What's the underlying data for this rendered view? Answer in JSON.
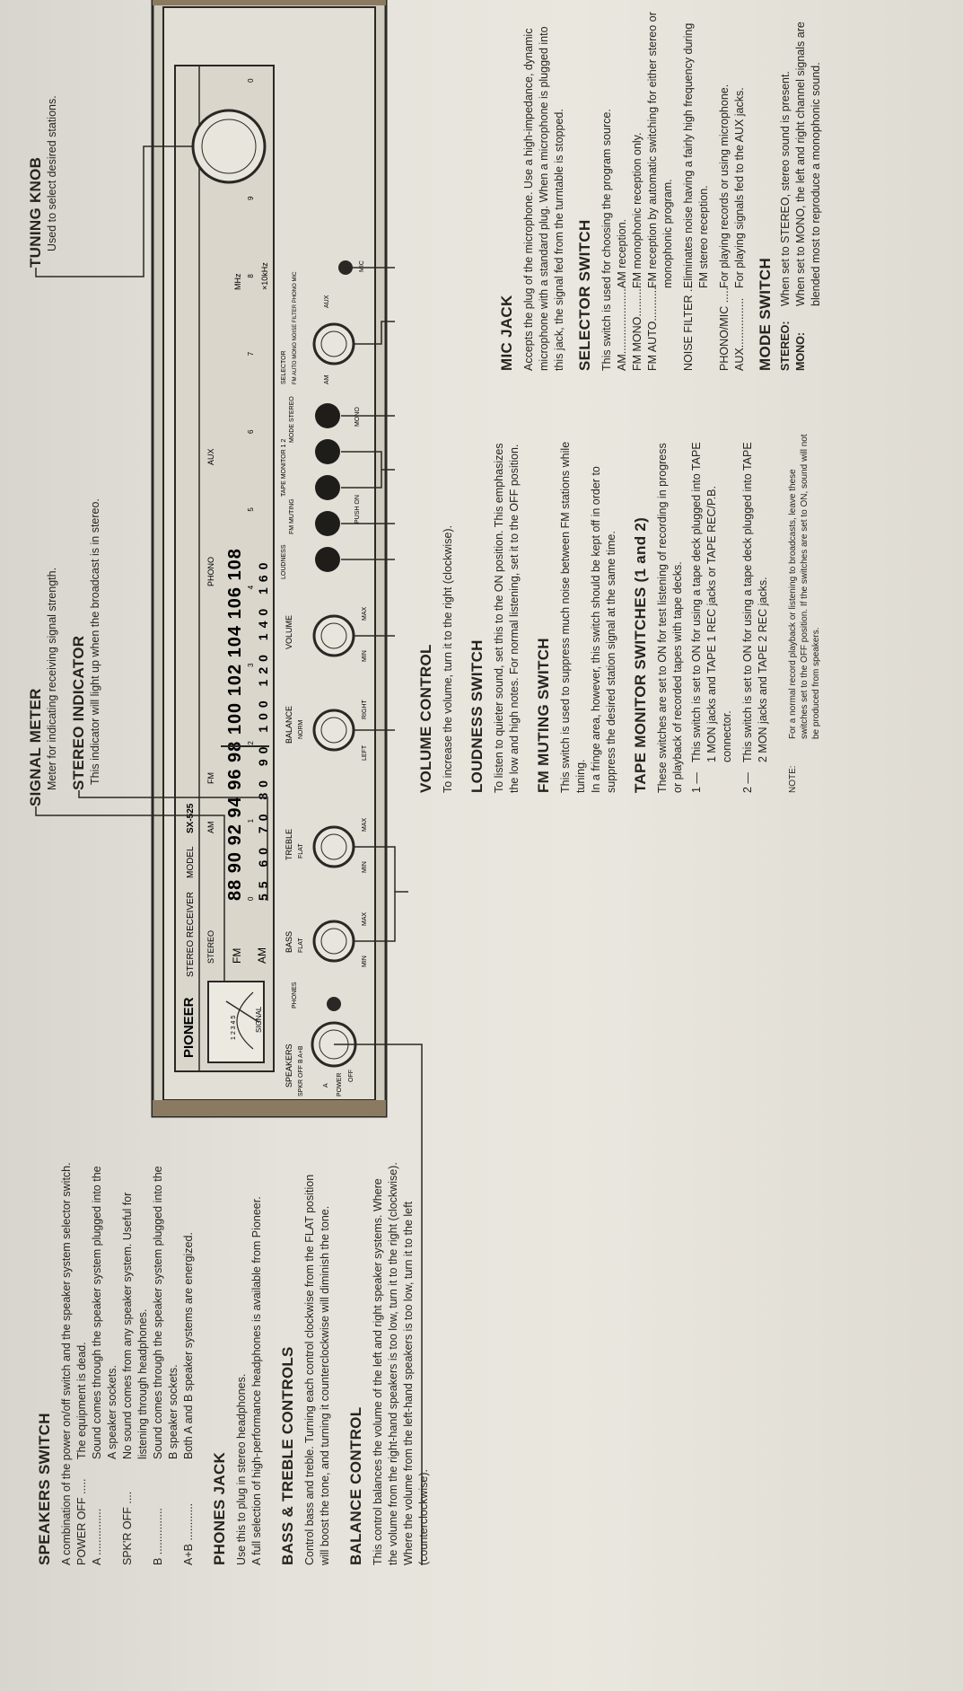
{
  "speakers_switch": {
    "heading": "SPEAKERS SWITCH",
    "intro": "A combination of the power on/off switch and the speaker system selector switch.",
    "items": [
      {
        "key": "POWER OFF .....",
        "desc": "The equipment is dead."
      },
      {
        "key": "A ...............",
        "desc": "Sound comes through the speaker system plugged into the A speaker sockets."
      },
      {
        "key": "SPK'R OFF ....",
        "desc": "No sound comes from any speaker system. Useful for listening through headphones."
      },
      {
        "key": "B ...............",
        "desc": "Sound comes through the speaker system plugged into the B speaker sockets."
      },
      {
        "key": "A+B ............",
        "desc": "Both A and B speaker systems are energized."
      }
    ]
  },
  "phones_jack": {
    "heading": "PHONES JACK",
    "lines": [
      "Use this to plug in stereo headphones.",
      "A full selection of high-performance headphones is available from Pioneer."
    ]
  },
  "bass_treble": {
    "heading": "BASS & TREBLE CONTROLS",
    "text": "Control bass and treble. Turning each control clockwise from the FLAT position will boost the tone, and turning it counterclockwise will diminish the tone."
  },
  "balance": {
    "heading": "BALANCE CONTROL",
    "text": "This control balances the volume of the left and right speaker systems. Where the volume from the right-hand speakers is too low, turn it to the right (clockwise). Where the volume from the left-hand speakers is too low, turn it to the left (counterclockwise)."
  },
  "signal_meter": {
    "heading": "SIGNAL METER",
    "text": "Meter for indicating receiving signal strength."
  },
  "stereo_indicator": {
    "heading": "STEREO INDICATOR",
    "text": "This indicator will light up when the broadcast is in stereo."
  },
  "tuning_knob": {
    "heading": "TUNING KNOB",
    "text": "Used to select desired stations."
  },
  "volume": {
    "heading": "VOLUME CONTROL",
    "text": "To increase the volume, turn it to the right (clockwise)."
  },
  "loudness": {
    "heading": "LOUDNESS SWITCH",
    "text": "To listen to quieter sound, set this to the ON position. This emphasizes the low and high notes. For normal listening, set it to the OFF position."
  },
  "fm_muting": {
    "heading": "FM MUTING SWITCH",
    "text1": "This switch is used to suppress much noise between FM stations while tuning.",
    "text2": "In a fringe area, however, this switch should be kept off in order to suppress the desired station signal at the same time."
  },
  "tape_monitor": {
    "heading": "TAPE MONITOR SWITCHES (1 and 2)",
    "intro": "These switches are set to ON for test listening of recording in progress or playback of recorded tapes with tape decks.",
    "items": [
      {
        "key": "1 —",
        "desc": "This switch is set to ON for using a tape deck plugged into TAPE 1 MON jacks and TAPE 1 REC jacks or TAPE REC/P.B. connector."
      },
      {
        "key": "2 —",
        "desc": "This switch is set to ON for using a tape deck plugged into TAPE 2 MON jacks and TAPE 2 REC jacks."
      }
    ],
    "note_label": "NOTE:",
    "note": "For a normal record playback or listening to broadcasts, leave these switches set to the OFF position. If the switches are set to ON, sound will not be produced from speakers."
  },
  "mic_jack": {
    "heading": "MIC JACK",
    "text": "Accepts the plug of the microphone. Use a high-impedance, dynamic microphone with a standard plug. When a microphone is plugged into this jack, the signal fed from the turntable is stopped."
  },
  "selector": {
    "heading": "SELECTOR SWITCH",
    "intro": "This switch is used for choosing the program source.",
    "items": [
      {
        "key": "AM.....................",
        "desc": "AM reception."
      },
      {
        "key": "FM MONO...........",
        "desc": "FM monophonic reception only."
      },
      {
        "key": "FM AUTO............",
        "desc": "FM reception by automatic switching for either stereo or monophonic program."
      },
      {
        "key": "NOISE FILTER ..",
        "desc": "Eliminates noise having a fairly high frequency during FM stereo reception."
      },
      {
        "key": "PHONO/MIC .....",
        "desc": "For playing records or using microphone."
      },
      {
        "key": "AUX................",
        "desc": "For playing signals fed to the AUX jacks."
      }
    ]
  },
  "mode": {
    "heading": "MODE SWITCH",
    "items": [
      {
        "key": "STEREO:",
        "desc": "When set to STEREO, stereo sound is present."
      },
      {
        "key": "MONO:",
        "desc": "When set to MONO, the left and right channel signals are blended most to reproduce a monophonic sound."
      }
    ]
  },
  "panel": {
    "brand": "PIONEER",
    "title": "STEREO RECEIVER",
    "model_label": "MODEL",
    "model": "SX-525",
    "meter_label": "SIGNAL",
    "meter_scale": "1 2 3 4 5",
    "dial_stereo": "STEREO",
    "dial_am": "AM",
    "dial_fm": "FM",
    "dial_phono": "PHONO",
    "dial_aux": "AUX",
    "fm_band": "FM",
    "am_band": "AM",
    "fm_scale": "88 90 92 94 96 98 100 102 104 106 108",
    "fm_unit": "MHz",
    "am_scale": "55 60 70 80 90 100 120 140 160",
    "am_unit": "×10kHz",
    "log_scale": "0 1 2 3 4 5 6 7 8 9 10",
    "speakers_label": "SPEAKERS",
    "speakers_pos": "SPKR OFF   B   A+B",
    "power_label": "POWER",
    "power_a": "A",
    "power_off": "OFF",
    "phones_label": "PHONES",
    "bass_label": "BASS",
    "treble_label": "TREBLE",
    "balance_label": "BALANCE",
    "volume_label": "VOLUME",
    "flat": "FLAT",
    "norm": "NORM",
    "min": "MIN",
    "max": "MAX",
    "left": "LEFT",
    "right": "RIGHT",
    "sw_header1": "LOUDNESS",
    "sw_header2": "FM MUTING",
    "sw_header3": "TAPE MONITOR 1   2",
    "sw_header4": "MODE STEREO",
    "push_on": "PUSH ON",
    "mono": "MONO",
    "sel_label": "SELECTOR",
    "sel_opts": "FM AUTO  MONO  NOISE FILTER  PHONO MIC",
    "sel_am": "AM",
    "sel_aux": "AUX",
    "mic_label": "MIC"
  }
}
